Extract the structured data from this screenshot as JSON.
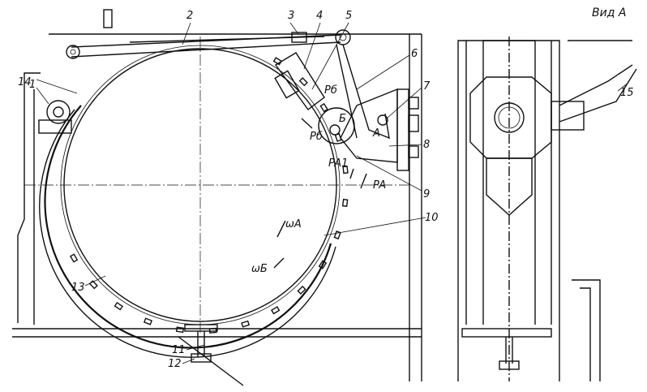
{
  "view_title": "Вид А",
  "part_labels": [
    "1",
    "2",
    "3",
    "4",
    "5",
    "6",
    "7",
    "8",
    "9",
    "10",
    "11",
    "12",
    "13",
    "14",
    "15"
  ],
  "point_labels": {
    "b": "Б",
    "a": "А"
  },
  "forces": {
    "pb_top": "Pб",
    "pb_low": "Pб",
    "pa1": "PA1",
    "pa": "PA"
  },
  "rotations": {
    "omega_a": "ωA",
    "omega_b": "ωБ"
  }
}
